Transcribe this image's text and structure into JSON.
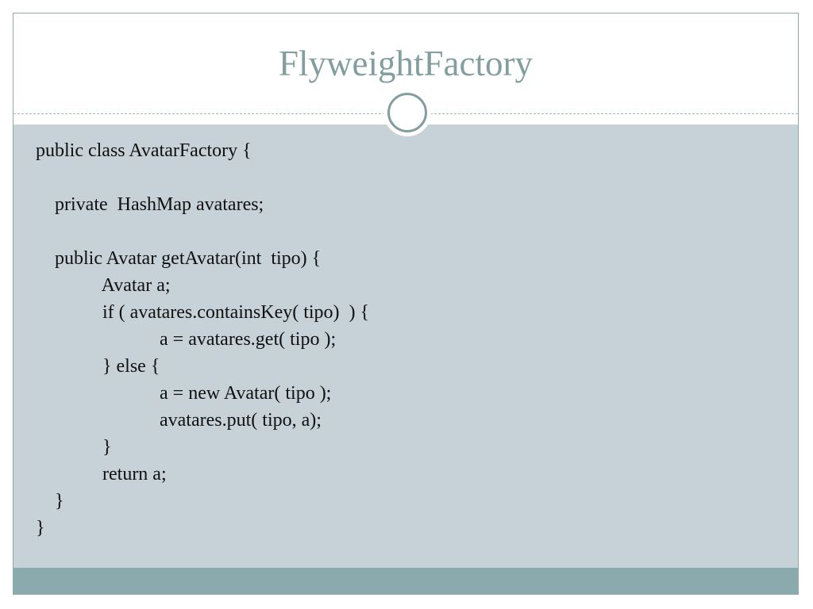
{
  "slide": {
    "title": "FlyweightFactory",
    "code_lines": [
      "public class AvatarFactory {",
      "",
      "    private  HashMap avatares;",
      "",
      "    public Avatar getAvatar(int  tipo) {",
      "              Avatar a;",
      "              if ( avatares.containsKey( tipo)  ) {",
      "                          a = avatares.get( tipo );",
      "              } else {",
      "                          a = new Avatar( tipo );",
      "                          avatares.put( tipo, a);",
      "              }",
      "              return a;",
      "    }",
      "}"
    ]
  },
  "colors": {
    "title": "#839ea0",
    "content_background": "#c6d1d8",
    "footer_bar": "#8aaaad",
    "text": "#111111"
  },
  "icons": {
    "divider_badge": "circle-ring-icon"
  }
}
